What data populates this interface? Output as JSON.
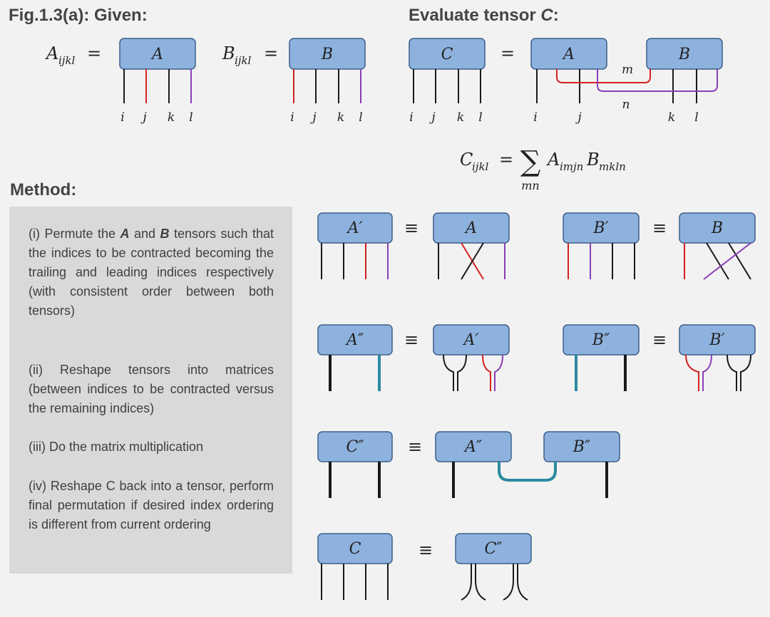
{
  "headers": {
    "fig_title": "Fig.1.3(a): Given:",
    "evaluate_prefix": "Evaluate tensor ",
    "evaluate_tensor": "C",
    "evaluate_suffix": ":",
    "method_title": "Method:"
  },
  "given": {
    "a_lhs": "A",
    "a_sub": "ijkl",
    "b_lhs": "B",
    "b_sub": "ijkl",
    "equals": "=",
    "box_a": "A",
    "box_b": "B",
    "indices": [
      "i",
      "j",
      "k",
      "l"
    ]
  },
  "evaluate": {
    "box_c": "C",
    "box_a": "A",
    "box_b": "B",
    "equals": "=",
    "c_indices": [
      "i",
      "j",
      "k",
      "l"
    ],
    "rhs_indices": [
      "i",
      "j",
      "k",
      "l"
    ],
    "m_label": "m",
    "n_label": "n"
  },
  "formula": {
    "lhs": "C",
    "lhs_sub": "ijkl",
    "equals": "=",
    "sum": "∑",
    "sum_sub": "mn",
    "a": "A",
    "a_sub": "imjn",
    "b": "B",
    "b_sub": "mkln"
  },
  "method": {
    "step1_pre": "(i) Permute the ",
    "step1_a": "A",
    "step1_and": " and ",
    "step1_b": "B",
    "step1_post": " tensors such that the indices to be contracted becoming the trailing and leading indices respectively (with consistent order between both tensors)",
    "step2": "(ii) Reshape tensors into matrices (between indices to be contracted versus the remaining indices)",
    "step3": "(iii) Do the matrix multiplication",
    "step4": "(iv) Reshape C back into a tensor, perform final permutation if desired index ordering is different from current ordering"
  },
  "rows": {
    "equiv": "≡",
    "row1": {
      "lhs1": "A′",
      "rhs1": "A",
      "lhs2": "B′",
      "rhs2": "B"
    },
    "row2": {
      "lhs1": "A″",
      "rhs1": "A′",
      "lhs2": "B″",
      "rhs2": "B′"
    },
    "row3": {
      "lhs": "C″",
      "rhs1": "A″",
      "rhs2": "B″"
    },
    "row4": {
      "lhs": "C",
      "rhs": "C″"
    }
  },
  "colors": {
    "box_fill": "#8eb2de",
    "box_stroke": "#3b5f8a",
    "leg_black": "#1a1a1a",
    "leg_red": "#d42020",
    "leg_purple": "#8a3fb5",
    "leg_teal": "#2b8aa0",
    "background": "#f2f2f2",
    "method_bg": "#d9d9d9"
  }
}
